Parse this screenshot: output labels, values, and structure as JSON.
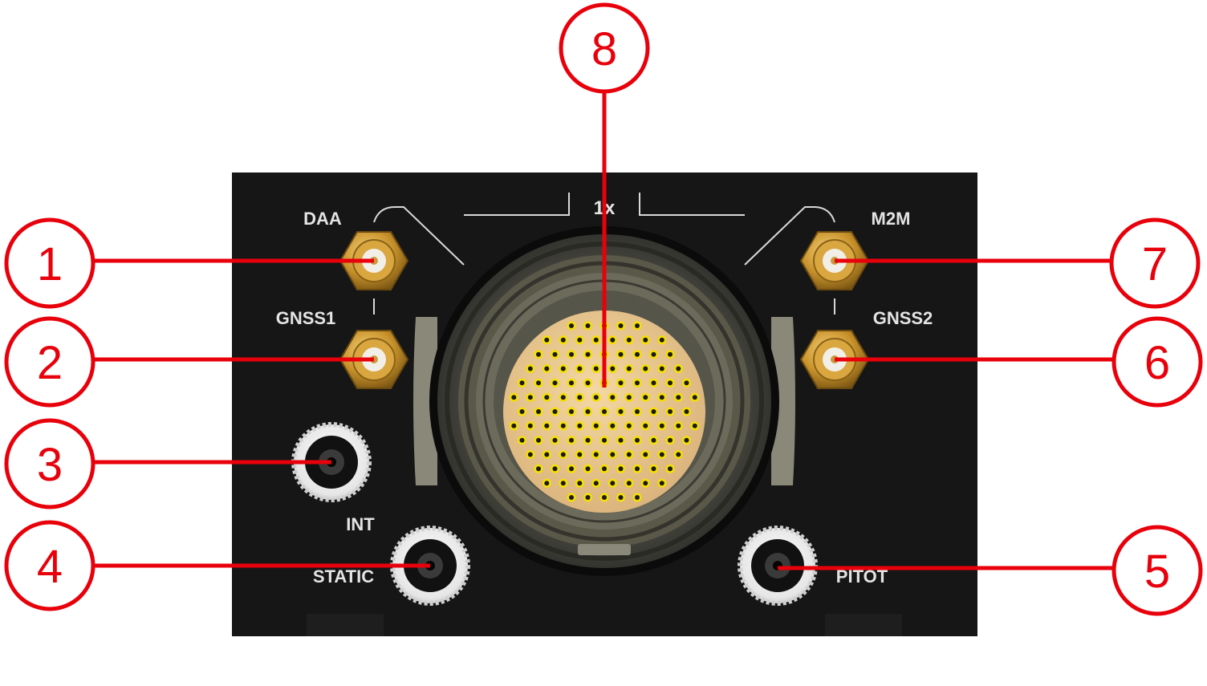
{
  "colors": {
    "panel": "#161616",
    "callout_red": "#e8000b",
    "sma_gold": "#c9932c",
    "insert_beige": "#ecc88e",
    "connector_gray": "#7e7c6a",
    "label_text": "#e4e4e4"
  },
  "panel_labels": {
    "daa": "DAA",
    "gnss1": "GNSS1",
    "int": "INT",
    "static": "STATIC",
    "pitot": "PITOT",
    "m2m": "M2M",
    "gnss2": "GNSS2",
    "logo": "1x"
  },
  "callouts": [
    {
      "number": "1",
      "target": "DAA"
    },
    {
      "number": "2",
      "target": "GNSS1"
    },
    {
      "number": "3",
      "target": "INT"
    },
    {
      "number": "4",
      "target": "STATIC"
    },
    {
      "number": "5",
      "target": "PITOT"
    },
    {
      "number": "6",
      "target": "GNSS2"
    },
    {
      "number": "7",
      "target": "M2M"
    },
    {
      "number": "8",
      "target": "main connector"
    }
  ]
}
